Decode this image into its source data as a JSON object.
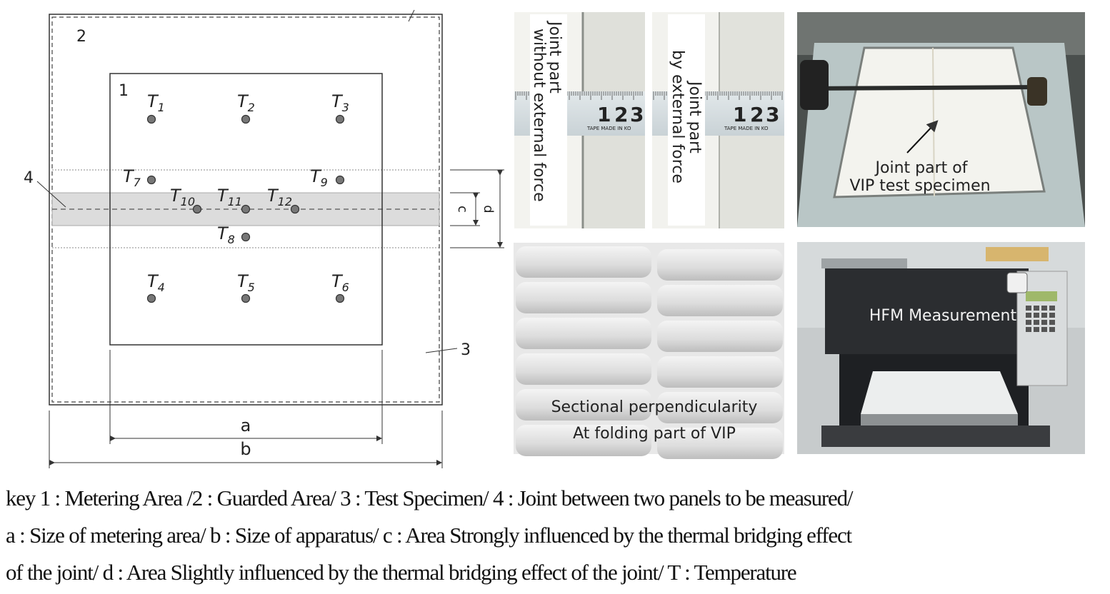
{
  "diagram": {
    "area_numbers": {
      "metering": "1",
      "guarded": "2",
      "specimen": "3",
      "joint": "4"
    },
    "dimension_labels": {
      "a": "a",
      "b": "b",
      "c": "c",
      "d": "d"
    },
    "sensors": [
      {
        "letter": "T",
        "sub": "1"
      },
      {
        "letter": "T",
        "sub": "2"
      },
      {
        "letter": "T",
        "sub": "3"
      },
      {
        "letter": "T",
        "sub": "7"
      },
      {
        "letter": "T",
        "sub": "9"
      },
      {
        "letter": "T",
        "sub": "10"
      },
      {
        "letter": "T",
        "sub": "11"
      },
      {
        "letter": "T",
        "sub": "12"
      },
      {
        "letter": "T",
        "sub": "8"
      },
      {
        "letter": "T",
        "sub": "4"
      },
      {
        "letter": "T",
        "sub": "5"
      },
      {
        "letter": "T",
        "sub": "6"
      }
    ]
  },
  "photos": {
    "joint_no_force": {
      "line1": "Joint part",
      "line2": "without external force"
    },
    "joint_force": {
      "line1": "Joint part",
      "line2": "by external force"
    },
    "tape_digits": [
      "1",
      "2",
      "3"
    ],
    "tape_print": "TAPE MADE IN KO",
    "specimen": {
      "line1": "Joint part of",
      "line2": "VIP test specimen"
    },
    "folding": {
      "line1": "Sectional perpendicularity",
      "line2": "At folding part of VIP"
    },
    "hfm": {
      "label": "HFM Measurement"
    }
  },
  "caption": {
    "line1": "key 1 : Metering Area /2 : Guarded Area/ 3 : Test Specimen/ 4 : Joint between two panels to be measured/",
    "line2": "a : Size of metering area/ b : Size of apparatus/ c : Area Strongly influenced by the thermal bridging effect",
    "line3": "of the joint/ d : Area Slightly influenced by the thermal bridging effect of the joint/ T : Temperature"
  }
}
